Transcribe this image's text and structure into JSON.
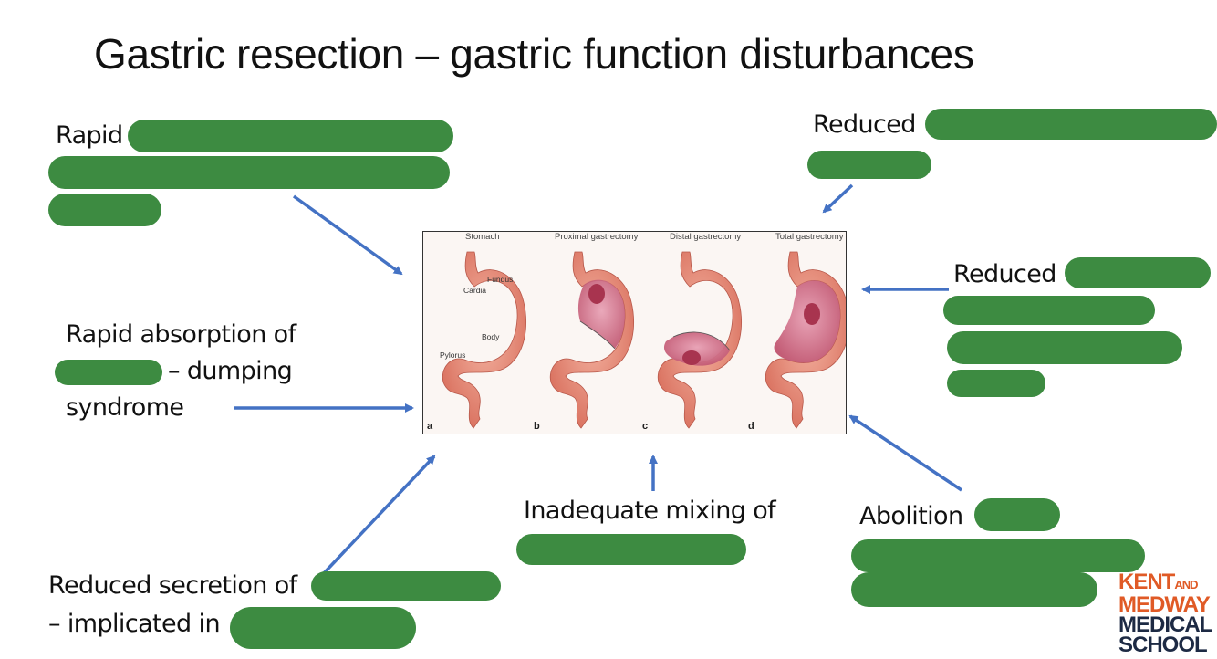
{
  "title": "Gastric resection – gastric function disturbances",
  "callouts": {
    "top_left": "Rapid",
    "top_right": "Reduced",
    "right": "Reduced",
    "left_line1": "Rapid absorption of",
    "left_line2": "– dumping",
    "left_line3": "syndrome",
    "bottom_center": "Inadequate mixing of",
    "bottom_right": "Abolition",
    "bottom_left_line1": "Reduced secretion of",
    "bottom_left_line2": "– implicated in"
  },
  "figure": {
    "panels": [
      "Stomach",
      "Proximal gastrectomy",
      "Distal gastrectomy",
      "Total gastrectomy"
    ],
    "panel_letters": [
      "a",
      "b",
      "c",
      "d"
    ],
    "anatomy": [
      "Fundus",
      "Cardia",
      "Body",
      "Pylorus"
    ]
  },
  "logo": {
    "line1": "KENT",
    "line1_small": "AND",
    "line2": "MEDWAY",
    "line3": "MEDICAL",
    "line4": "SCHOOL"
  },
  "colors": {
    "redaction": "#3d8b41",
    "arrow": "#4472c4",
    "logo_orange": "#e05a26",
    "logo_navy": "#1d2a44"
  }
}
